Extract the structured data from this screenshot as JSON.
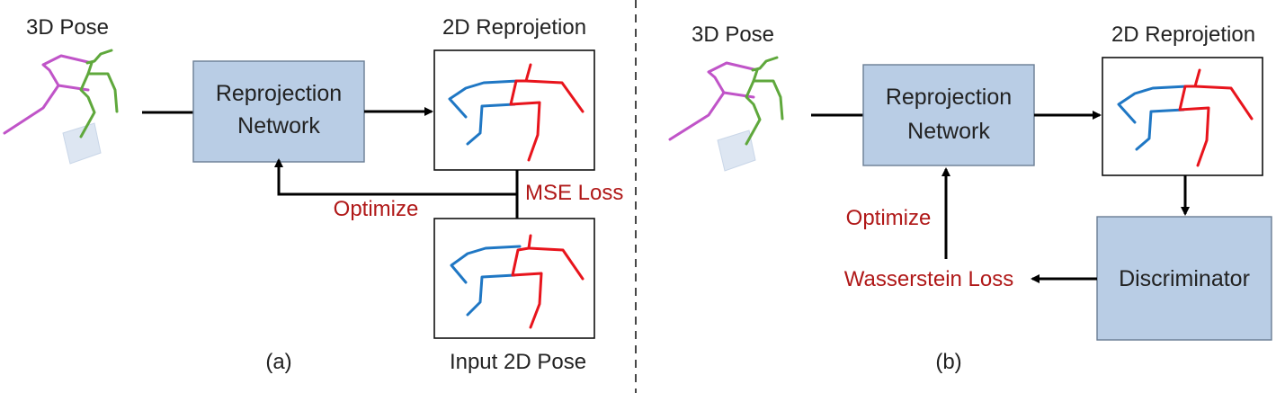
{
  "panel_a": {
    "pose3d_label": "3D Pose",
    "reprojection_label": "2D Reprojetion",
    "network_line1": "Reprojection",
    "network_line2": "Network",
    "optimize_label": "Optimize",
    "loss_label": "MSE Loss",
    "input_label": "Input 2D Pose",
    "caption": "(a)"
  },
  "panel_b": {
    "pose3d_label": "3D Pose",
    "reprojection_label": "2D Reprojetion",
    "network_line1": "Reprojection",
    "network_line2": "Network",
    "optimize_label": "Optimize",
    "loss_label": "Wasserstein Loss",
    "discriminator_label": "Discriminator",
    "caption": "(b)"
  },
  "colors": {
    "block_fill": "#b9cde5",
    "loss_text": "#b01818",
    "skeleton_blue": "#1f77c4",
    "skeleton_red": "#e8141c",
    "skeleton_magenta": "#c054c8",
    "skeleton_green": "#5fa83c",
    "ground_plane": "#dde6f2"
  }
}
